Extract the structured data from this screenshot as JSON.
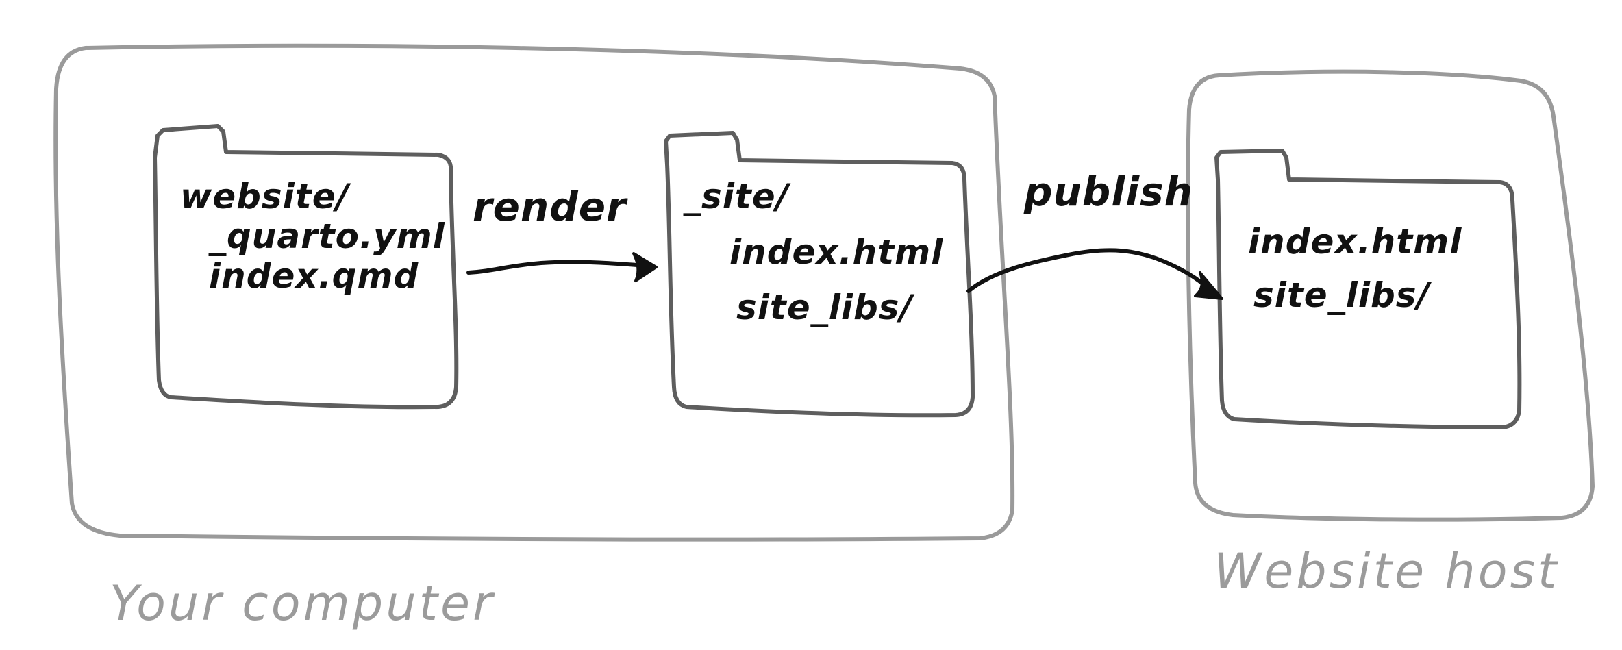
{
  "regions": {
    "computer": {
      "label": "Your computer"
    },
    "host": {
      "label": "Website host"
    }
  },
  "folders": {
    "source": {
      "lines": [
        "website/",
        "_quarto.yml",
        "index.qmd"
      ]
    },
    "site": {
      "lines": [
        "_site/",
        "index.html",
        "site_libs/"
      ]
    },
    "host": {
      "lines": [
        "index.html",
        "site_libs/"
      ]
    }
  },
  "edges": {
    "render": {
      "label": "render"
    },
    "publish": {
      "label": "publish"
    }
  },
  "colors": {
    "outer_box": "#9a9a9a",
    "folder": "#5e5e5e",
    "ink": "#111111",
    "region_label": "#9b9b9b"
  }
}
